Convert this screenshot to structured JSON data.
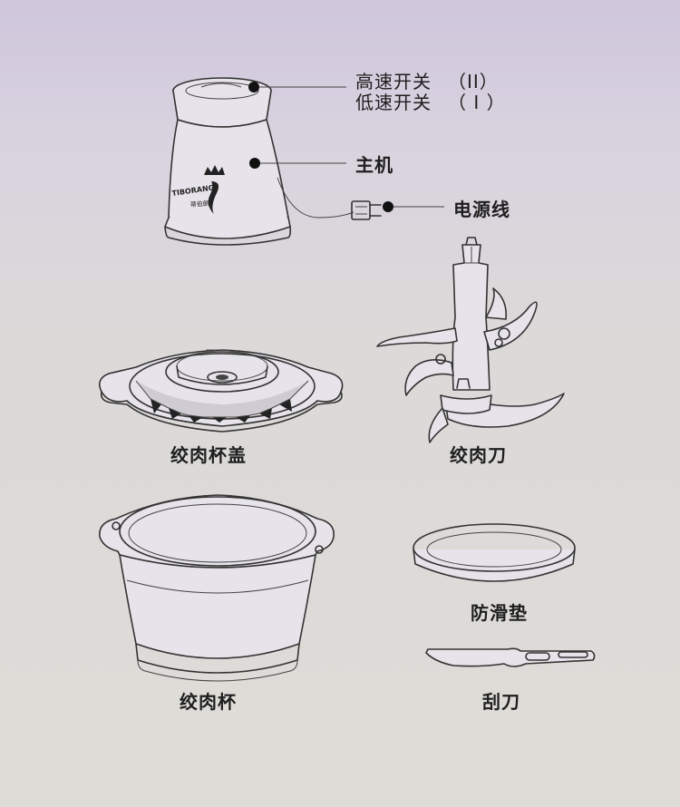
{
  "callouts": {
    "high_speed_switch": "高速开关",
    "high_speed_symbol": "（II）",
    "low_speed_switch": "低速开关",
    "low_speed_symbol": "（ I ）",
    "main_unit": "主机",
    "power_cord": "电源线"
  },
  "parts": {
    "bowl_lid": "绞肉杯盖",
    "blade": "绞肉刀",
    "bowl": "绞肉杯",
    "anti_slip_pad": "防滑垫",
    "spatula": "刮刀"
  },
  "brand": {
    "logo_text": "TIBORANG",
    "logo_chinese": "蒂伯朗"
  },
  "colors": {
    "line": "#333333",
    "text": "#1e1e1e"
  }
}
